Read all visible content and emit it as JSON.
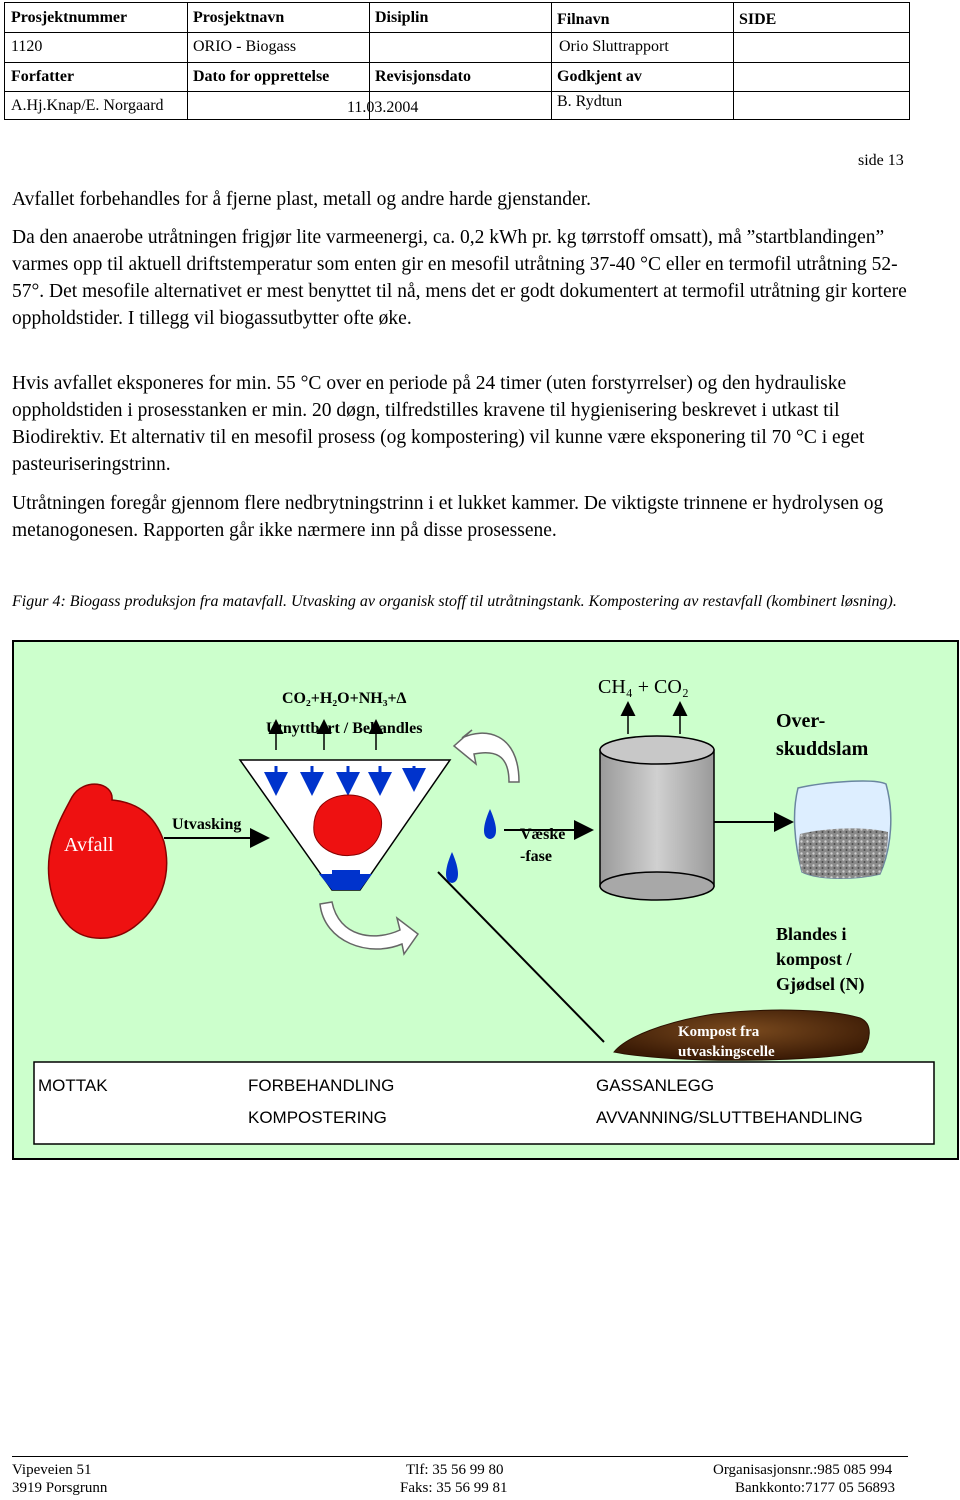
{
  "header": {
    "row1": {
      "prosjektnummer": "Prosjektnummer",
      "prosjektnavn": "Prosjektnavn",
      "disiplin": "Disiplin",
      "filnavn": "Filnavn",
      "side": "SIDE"
    },
    "row2": {
      "prosjektnummer": "1120",
      "prosjektnavn": "ORIO - Biogass",
      "filnavn": "Orio Sluttrapport"
    },
    "row3": {
      "forfatter": "Forfatter",
      "dato": "Dato for opprettelse",
      "revisjonsdato": "Revisjonsdato",
      "godkjent": "Godkjent av"
    },
    "row4": {
      "forfatter": "A.Hj.Knap/E. Norgaard",
      "dato": "11.03.2004",
      "godkjent": "B. Rydtun"
    }
  },
  "page_number": "side 13",
  "paragraphs": [
    "Avfallet forbehandles for å fjerne plast, metall og andre harde gjenstander.",
    "Da den anaerobe utråtningen frigjør lite varmeenergi, ca. 0,2 kWh pr. kg tørrstoff omsatt), må ”startblandingen” varmes opp til aktuell driftstemperatur som enten gir en mesofil utråtning 37-40 °C eller en termofil utråtning 52-57°. Det mesofile alternativet er mest benyttet til nå, mens det er godt dokumentert at termofil utråtning gir kortere oppholdstider. I tillegg vil biogassutbytter ofte øke.",
    "Hvis avfallet eksponeres for min. 55 °C over en periode på 24 timer (uten forstyrrelser) og den hydrauliske oppholdstiden i prosesstanken er min. 20 døgn, tilfredstilles kravene til hygienisering beskrevet i utkast til Biodirektiv. Et alternativ til en mesofil prosess (og kompostering) vil kunne være eksponering til  70 °C i eget pasteuriseringstrinn.",
    "Utråtningen foregår gjennom flere nedbrytningstrinn i et lukket kammer. De viktigste trinnene er hydrolysen og metanogonesen. Rapporten går ikke nærmere inn på disse prosessene."
  ],
  "figure": {
    "caption": "Figur 4: Biogass produksjon fra matavfall. Utvasking av organisk stoff til utråtningstank. Kompostering av restavfall (kombinert løsning).",
    "labels": {
      "co2_formula": "CO₂+H₂O+NH₃+∆",
      "utnyttbart": "Utnyttbart / Behandles",
      "ch4_co2": "CH₄ + CO₂",
      "overskuddslam_1": "Over-",
      "overskuddslam_2": "skuddslam",
      "avfall": "Avfall",
      "utvasking": "Utvasking",
      "vaeske_1": "Væske",
      "vaeske_2": "-fase",
      "blandes_1": "Blandes i",
      "blandes_2": "kompost /",
      "blandes_3": "Gjødsel (N)",
      "kompost_1": "Kompost fra",
      "kompost_2": "utvaskingscelle"
    },
    "stages": {
      "mottak": "MOTTAK",
      "forbehandling": "FORBEHANDLING",
      "kompostering": "KOMPOSTERING",
      "gassanlegg": "GASSANLEGG",
      "avvanning": "AVVANNING/SLUTTBEHANDLING"
    },
    "colors": {
      "background": "#ccffcc",
      "waste": "#ee1111",
      "liquid": "#0033cc",
      "tank": "#b8b8b8",
      "compost": "#5a2e10"
    }
  },
  "footer": {
    "address1": "Vipeveien 51",
    "address2": "3919 Porsgrunn",
    "tlf": "Tlf: 35 56 99 80",
    "faks": "Faks: 35 56 99 81",
    "org": "Organisasjonsnr.:985 085 994",
    "bank": "Bankkonto:7177 05 56893"
  }
}
